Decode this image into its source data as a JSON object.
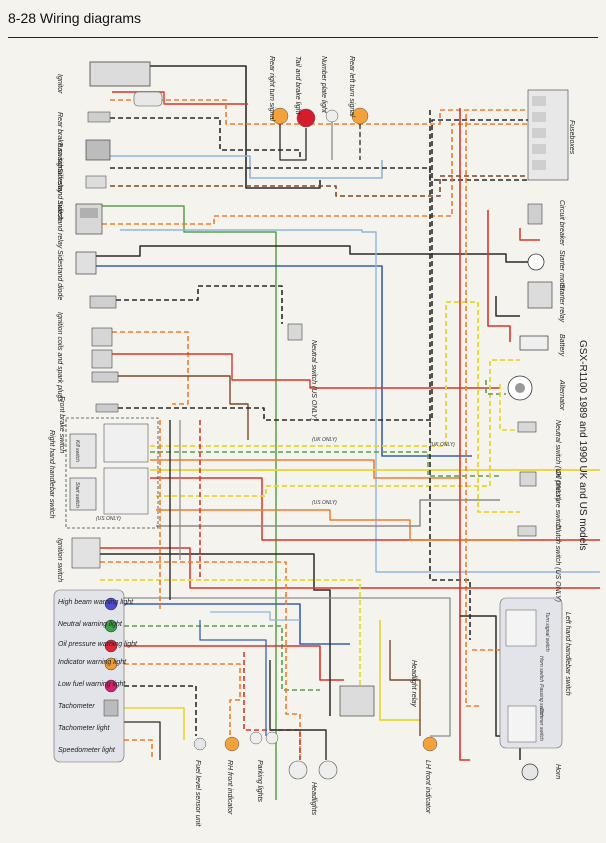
{
  "page": {
    "header": "8-28  Wiring diagrams",
    "model_title": "GSX-R1100 1989 and 1990 UK and US models"
  },
  "labels": {
    "ignitor": "Ignitor",
    "rear_brake_switch": "Rear brake switch",
    "turn_signal_relay": "Turn signal relay",
    "sidestand_switch": "Sidestand switch",
    "sidestand_relay": "Sidestand relay",
    "sidestand_diode": "Sidestand diode",
    "ignition_coils": "Ignition coils and spark plugs",
    "front_brake_switch": "Front brake switch",
    "rh_handlebar_switch": "Right hand handlebar switch",
    "ignition_switch": "Ignition switch",
    "high_beam": "High beam warning light",
    "neutral_warning": "Neutral warning light",
    "oil_pressure_warning": "Oil pressure warning light",
    "indicator_warning": "Indicator warning light",
    "low_fuel_warning": "Low fuel warning light",
    "tachometer": "Tachometer",
    "tachometer_light": "Tachometer light",
    "speedometer_light": "Speedometer light",
    "fuel_level_sensor": "Fuel level sensor unit",
    "rh_front_indicator": "RH front indicator",
    "parking_lights": "Parking lights",
    "headlights": "Headlights",
    "headlight_relay": "Headlight relay",
    "lh_front_indicator": "LH front indicator",
    "horn": "Horn",
    "lh_handlebar_switch": "Left hand handlebar switch",
    "rear_right_signal": "Rear right turn signal",
    "tail_brake_light": "Tail and brake light",
    "number_plate_light": "Number plate light",
    "rear_left_signal": "Rear left turn signal",
    "fuseboxes": "Fuseboxes",
    "circuit_breaker": "Circuit breaker",
    "starter_motor": "Starter motor",
    "starter_relay": "Starter relay",
    "battery": "Battery",
    "alternator": "Alternator",
    "neutral_switch_uk": "Neutral switch (UK ONLY)",
    "neutral_switch_us": "Neutral switch (US ONLY)",
    "oil_pressure_switch": "Oil pressure switch",
    "clutch_switch": "Clutch switch (US ONLY)",
    "uk_only": "(UK ONLY)",
    "us_only": "(US ONLY)",
    "turn_signal_switch": "Turn signal switch",
    "horn_switch": "Horn switch",
    "passing_switch": "Passing switch",
    "dimmer_switch": "Dimmer switch",
    "kill_switch": "Kill switch",
    "start_switch": "Start switch"
  },
  "wire_colors": {
    "black": "#2a2a2a",
    "red": "#d8362a",
    "orange": "#ef7d2f",
    "yellow": "#e7d531",
    "green": "#5aa04a",
    "light_blue": "#8fb6dd",
    "blue": "#3a5fb0",
    "brown": "#7b4a2a",
    "grey": "#8b8b8b",
    "white": "#f2f2f2"
  },
  "lamp_colors": {
    "blue": "#4f4bd0",
    "green": "#3f9e4a",
    "red": "#d9263a",
    "orange": "#f09a35",
    "magenta": "#d0236b"
  }
}
